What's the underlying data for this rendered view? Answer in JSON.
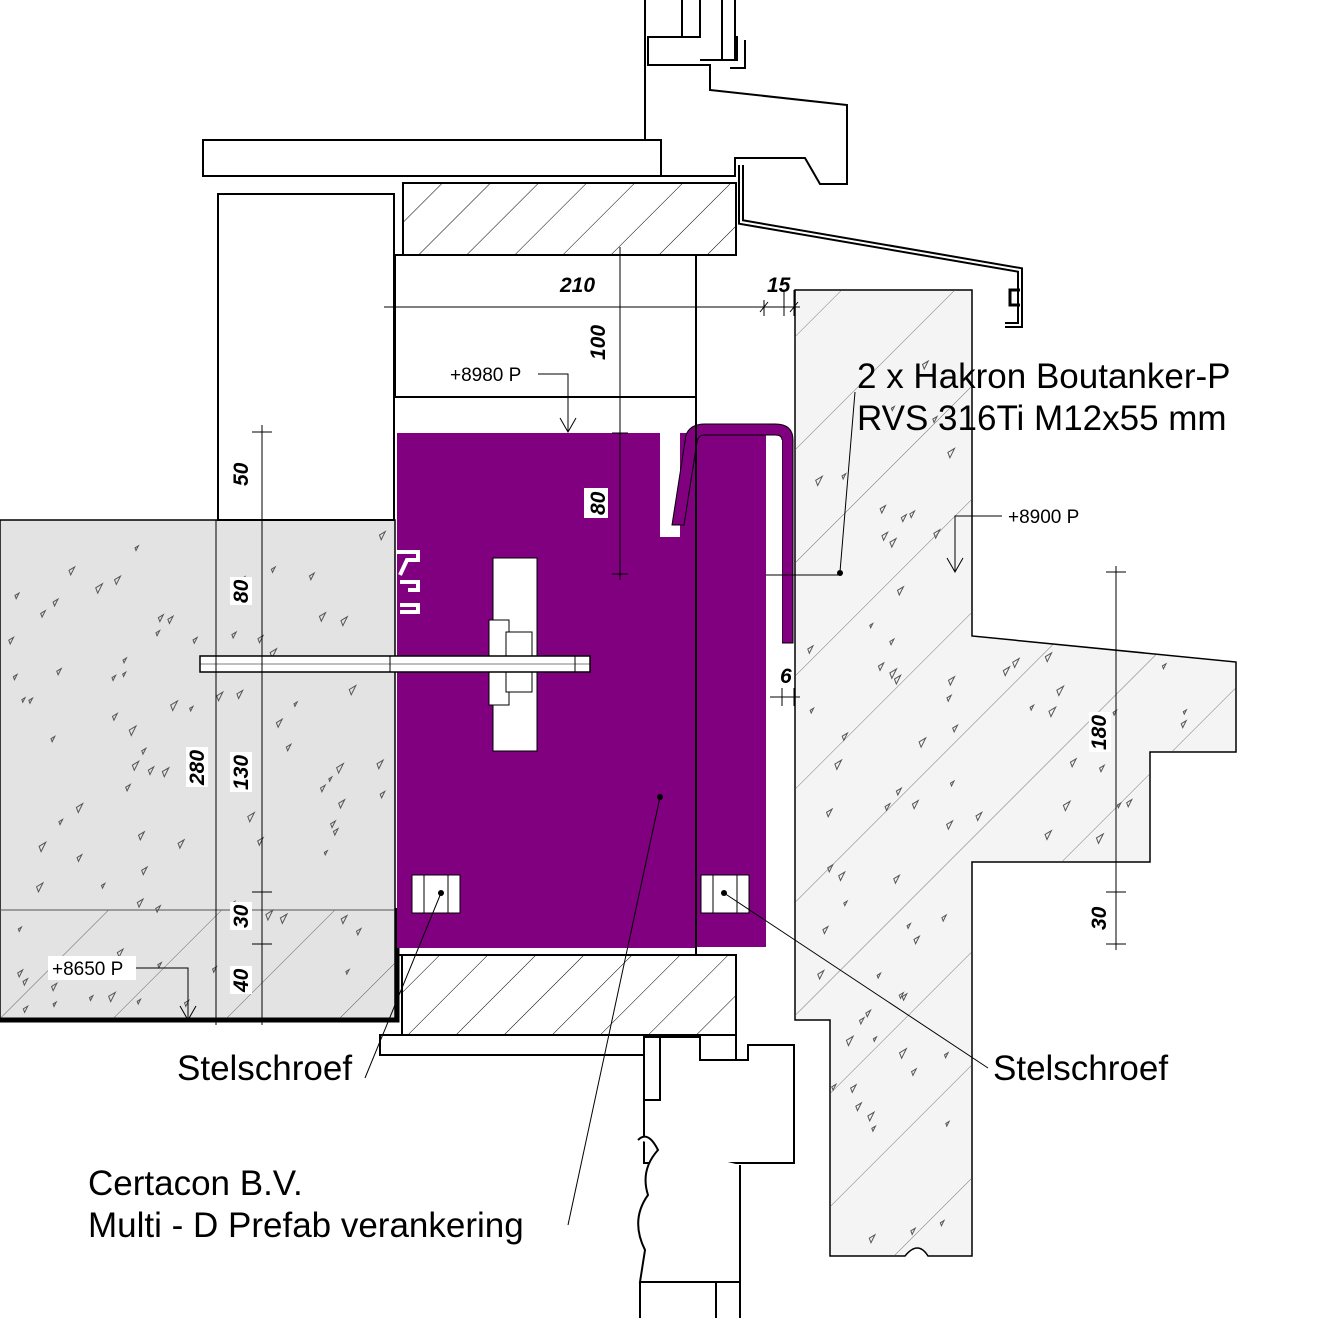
{
  "labels": {
    "anchor_line1": "2 x Hakron Boutanker-P",
    "anchor_line2": "RVS 316Ti M12x55 mm",
    "stelschroef_left": "Stelschroef",
    "stelschroef_right": "Stelschroef",
    "company_line1": "Certacon B.V.",
    "company_line2": "Multi - D Prefab verankering"
  },
  "levels": {
    "top": "+8980 P",
    "right": "+8900 P",
    "bottom": "+8650 P"
  },
  "dimensions": {
    "d210": "210",
    "d15": "15",
    "d100": "100",
    "d80_upper": "80",
    "d6": "6",
    "d180": "180",
    "d30_right": "30",
    "d50": "50",
    "d80_left": "80",
    "d280": "280",
    "d130": "130",
    "d30_left": "30",
    "d40": "40"
  },
  "colors": {
    "bracket": "#800080",
    "concrete_left": "#e3e3e3",
    "concrete_right": "#f4f4f4"
  }
}
